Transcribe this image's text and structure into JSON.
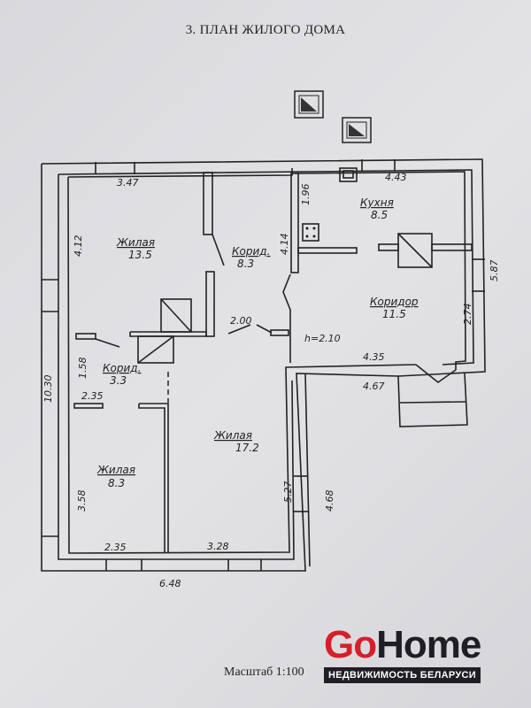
{
  "title": "3. ПЛАН ЖИЛОГО ДОМА",
  "rooms": [
    {
      "name": "Жилая",
      "area": "13.5"
    },
    {
      "name": "Корид.",
      "area": "8.3"
    },
    {
      "name": "Кухня",
      "area": "8.5"
    },
    {
      "name": "Коридор",
      "area": "11.5"
    },
    {
      "name": "Корид.",
      "area": "3.3"
    },
    {
      "name": "Жилая",
      "area": "17.2"
    },
    {
      "name": "Жилая",
      "area": "8.3"
    }
  ],
  "dimensions": {
    "d347": "3.47",
    "d443": "4.43",
    "d196": "1.96",
    "d412": "4.12",
    "d414": "4.14",
    "d587": "5.87",
    "d274": "2.74",
    "d200": "2.00",
    "h": "h=2.10",
    "d435": "4.35",
    "d467": "4.67",
    "d158": "1.58",
    "d235a": "2.35",
    "d1030": "10.30",
    "d358": "3.58",
    "d527": "5.27",
    "d468": "4.68",
    "d235b": "2.35",
    "d328": "3.28",
    "d648": "6.48"
  },
  "scale": "Масштаб 1:100",
  "logo": {
    "go": "Go",
    "home": "Home",
    "subtitle": "НЕДВИЖИМОСТЬ БЕЛАРУСИ",
    "brand_red": "#d4202a",
    "brand_dark": "#1e1e24"
  }
}
